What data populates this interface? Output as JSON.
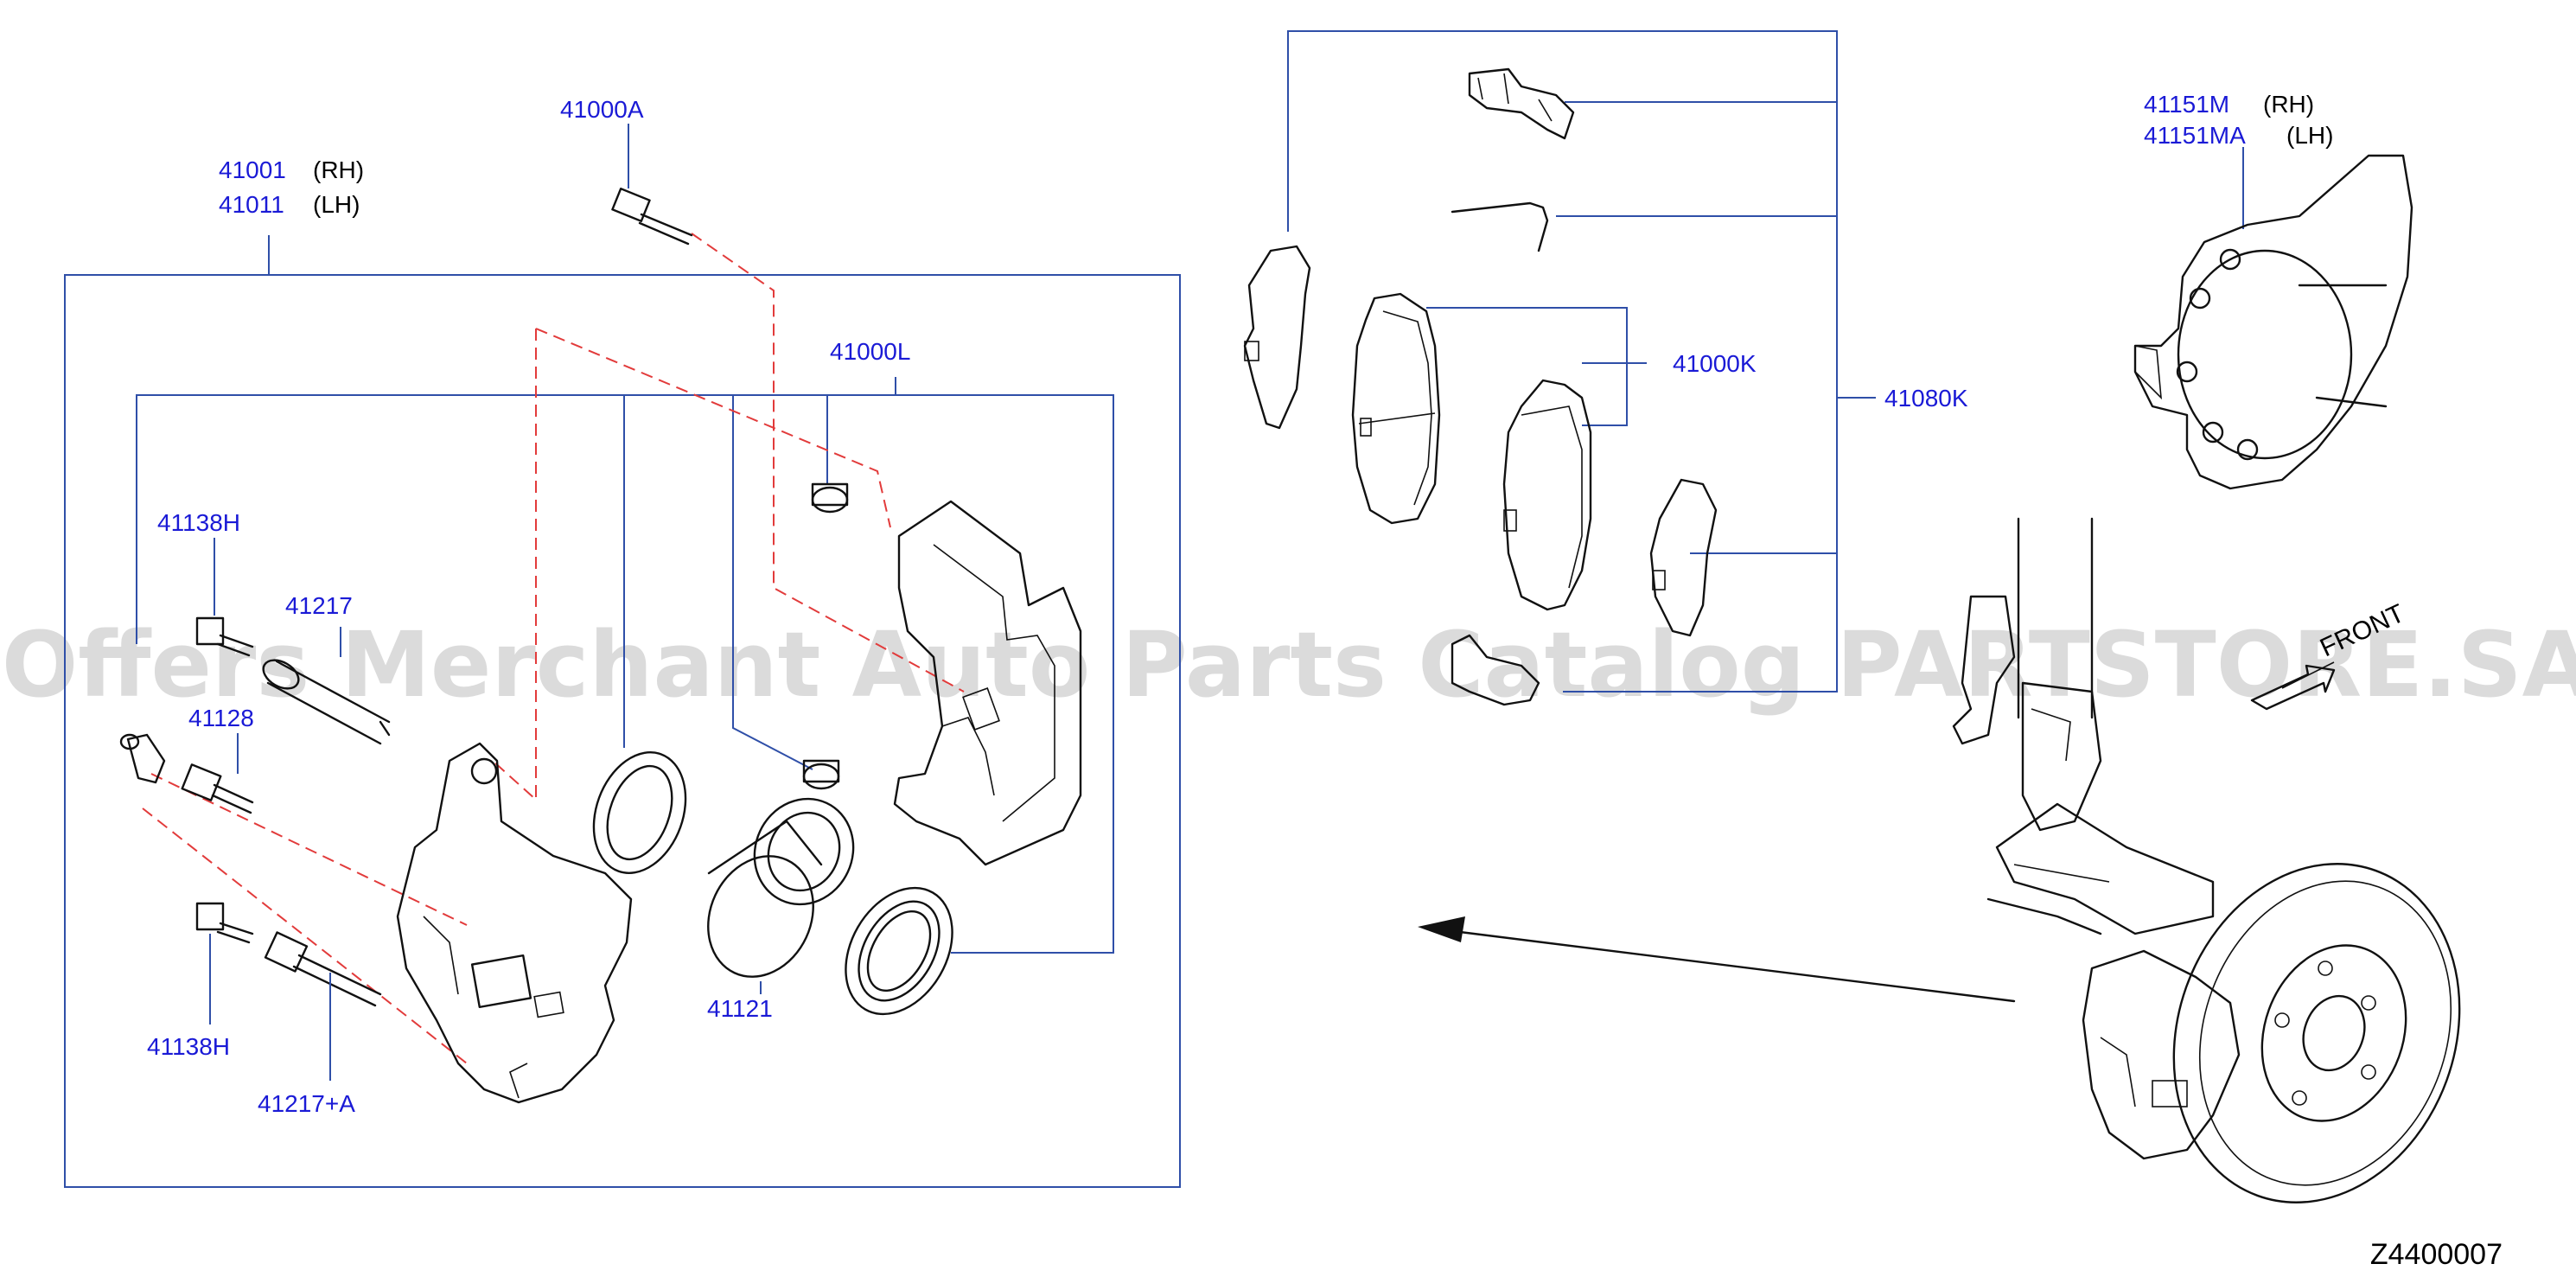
{
  "diagram": {
    "drawing_code": "Z4400007",
    "watermark": "Offers Merchant Auto Parts Catalog PARTSTORE.SA",
    "front_label": "FRONT",
    "callouts": {
      "caliper_rh": {
        "part": "41001",
        "side": "(RH)"
      },
      "caliper_lh": {
        "part": "41011",
        "side": "(LH)"
      },
      "bolt_kit": {
        "part": "41000A"
      },
      "bracket": {
        "part": "41000L"
      },
      "bleeder_top": {
        "part": "41138H"
      },
      "pin_top": {
        "part": "41217"
      },
      "bleeder_screw": {
        "part": "41128"
      },
      "bleeder_bottom": {
        "part": "41138H"
      },
      "pin_bottom": {
        "part": "41217+A"
      },
      "piston": {
        "part": "41121"
      },
      "pad_set": {
        "part": "41000K"
      },
      "pad_kit": {
        "part": "41080K"
      },
      "baffle_rh": {
        "part": "41151M",
        "side": "(RH)"
      },
      "baffle_lh": {
        "part": "41151MA",
        "side": "(LH)"
      }
    },
    "colors": {
      "label": "#1a1ad6",
      "leader": "#2f4fa8",
      "phantom": "#e23b3b",
      "line": "#111111"
    }
  }
}
